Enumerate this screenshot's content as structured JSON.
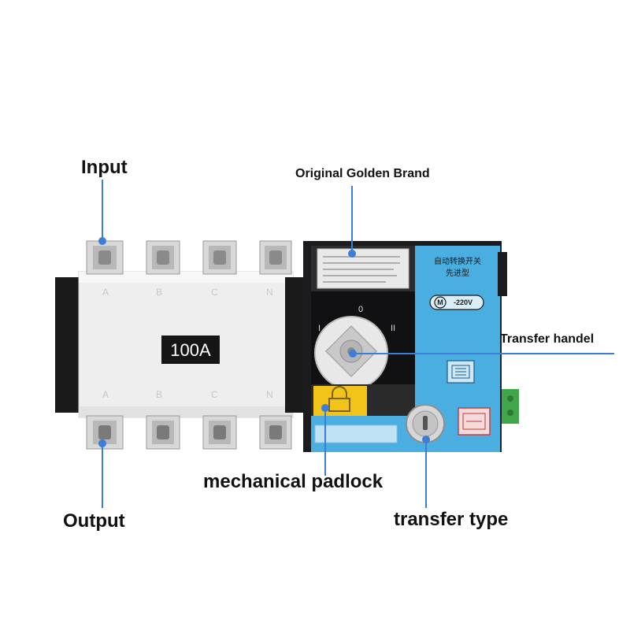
{
  "labels": {
    "input": "Input",
    "output": "Output",
    "brand": "Original Golden Brand",
    "handle": "Transfer handel",
    "padlock": "mechanical padlock",
    "transfer_type": "transfer type"
  },
  "device": {
    "rating": "100A",
    "panel_title_line1": "自动转换开关",
    "panel_title_line2": "先进型",
    "voltage_badge": "-220V",
    "voltage_symbol": "M",
    "handle_mark_0": "0",
    "handle_mark_1": "I",
    "handle_mark_2": "II"
  },
  "colors": {
    "callout_line": "#3b7dd8",
    "body_white": "#f2f2f2",
    "panel_black": "#1c1c1e",
    "panel_blue": "#4aaee0",
    "padlock_yellow": "#f2c318",
    "terminal_green": "#3fa64a"
  },
  "icons": [
    "padlock-icon",
    "keylock-icon"
  ]
}
